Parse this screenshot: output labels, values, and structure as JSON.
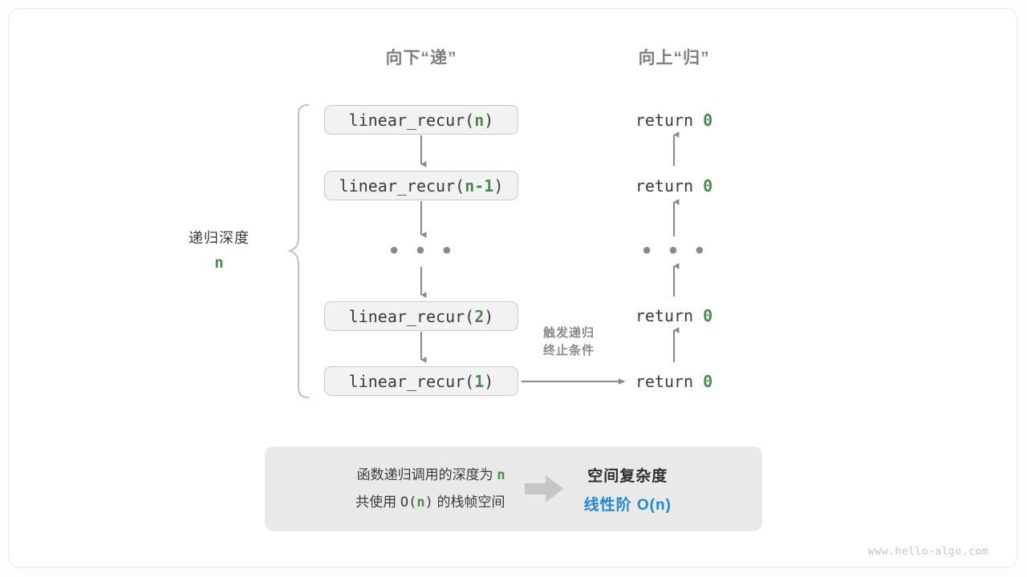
{
  "diagram": {
    "headings": {
      "down": "向下“递”",
      "up": "向上“归”"
    },
    "call_stack": [
      {
        "prefix": "linear_recur(",
        "arg": "n",
        "suffix": ")"
      },
      {
        "prefix": "linear_recur(",
        "arg": "n-1",
        "suffix": ")"
      },
      {
        "prefix": "linear_recur(",
        "arg": "2",
        "suffix": ")"
      },
      {
        "prefix": "linear_recur(",
        "arg": "1",
        "suffix": ")"
      }
    ],
    "returns": [
      {
        "keyword": "return ",
        "value": "0"
      },
      {
        "keyword": "return ",
        "value": "0"
      },
      {
        "keyword": "return ",
        "value": "0"
      },
      {
        "keyword": "return ",
        "value": "0"
      }
    ],
    "ellipsis": "• • •",
    "depth_label": {
      "title": "递归深度",
      "value": "n"
    },
    "trigger_note": {
      "line1": "触发递归",
      "line2": "终止条件"
    },
    "summary": {
      "left_line1_a": "函数递归调用的深度为 ",
      "left_line1_n": "n",
      "left_line2_a": "共使用 ",
      "left_line2_o": "O(",
      "left_line2_n": "n",
      "left_line2_c": ")",
      "left_line2_b": " 的栈帧空间",
      "right_title": "空间复杂度",
      "right_value": "线性阶 O(n)"
    },
    "watermark": "www.hello-algo.com",
    "colors": {
      "accent_green": "#4c8b4f",
      "accent_blue": "#1f8ad4",
      "line_gray": "#8a8a8a",
      "box_fill": "#f2f2f2",
      "panel_fill": "#e9e9e9",
      "text_dark": "#3b3b3b",
      "heading_gray": "#7f7f7f"
    }
  }
}
